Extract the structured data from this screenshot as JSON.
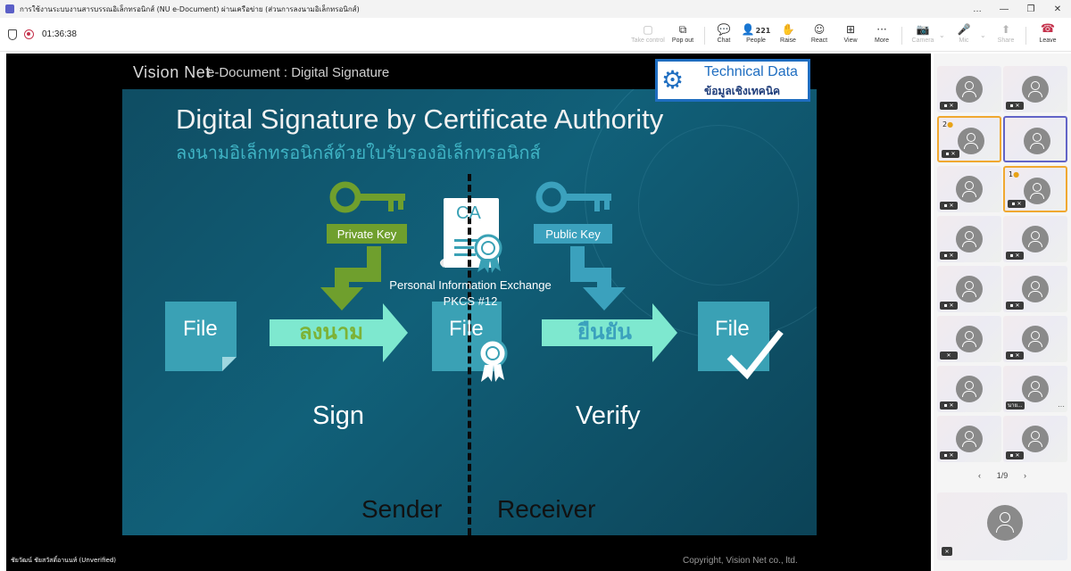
{
  "window": {
    "title": "การใช้งานระบบงานสารบรรณอิเล็กทรอนิกส์ (NU e-Document) ผ่านเครือข่าย (ส่วนการลงนามอิเล็กทรอนิกส์)",
    "controls": [
      "…",
      "—",
      "❐",
      "✕"
    ]
  },
  "toolbar": {
    "timer": "01:36:38",
    "buttons": {
      "take_control": "Take control",
      "pop_out": "Pop out",
      "chat": "Chat",
      "people": "People",
      "people_count": "221",
      "raise": "Raise",
      "react": "React",
      "view": "View",
      "more": "More",
      "camera": "Camera",
      "mic": "Mic",
      "share": "Share",
      "leave": "Leave"
    },
    "icons": {
      "take_control": "▢",
      "pop_out": "⧉",
      "chat": "💬",
      "people": "👤",
      "raise": "✋",
      "react": "☺",
      "view": "⊞",
      "more": "···",
      "camera": "📷",
      "mic": "🎤",
      "share": "⬆",
      "leave": "☎"
    }
  },
  "slide": {
    "logo": "Vision Net",
    "header": "e-Document : Digital Signature",
    "tech_box": {
      "en": "Technical Data",
      "th": "ข้อมูลเชิงเทคนิค"
    },
    "title": "Digital Signature by Certificate Authority",
    "subtitle": "ลงนามอิเล็กทรอนิกส์ด้วยใบรับรองอิเล็กทรอนิกส์",
    "private_key": "Private Key",
    "public_key": "Public Key",
    "ca_label": "CA",
    "ca_caption_1": "Personal Information Exchange",
    "ca_caption_2": "PKCS #12",
    "th_sign": "ลงนาม",
    "th_verify": "ยืนยัน",
    "file_label": "File",
    "sign": "Sign",
    "verify": "Verify",
    "sender": "Sender",
    "receiver": "Receiver",
    "colors": {
      "green": "#6f9f2d",
      "blue": "#3ba1bd",
      "arrow": "#7ee8cf",
      "file": "#3aa1b5"
    }
  },
  "stage": {
    "presenter": "ชัยวัฒน์ ชัยสวัสดิ์อานนท์ (Unverified)",
    "copyright": "Copyright, Vision Net co., ltd."
  },
  "panel": {
    "hand_1": "2",
    "hand_2": "1",
    "tile_name": "นาย...",
    "pager": {
      "prev": "‹",
      "label": "1/9",
      "next": "›"
    }
  }
}
